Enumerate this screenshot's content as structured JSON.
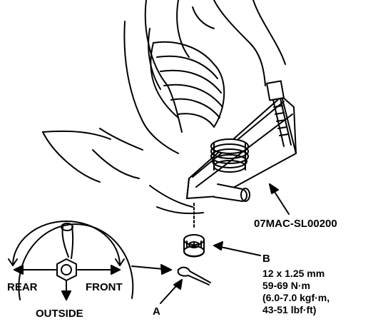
{
  "labels": {
    "tool": "07MAC-SL00200",
    "part_b": "B",
    "part_a": "A",
    "torque_spec": [
      "12 x 1.25 mm",
      "59-69 N·m",
      "(6.0-7.0 kgf·m,",
      "43-51 lbf·ft)"
    ],
    "inset": {
      "rear": "REAR",
      "front": "FRONT",
      "outside": "OUTSIDE"
    }
  },
  "colors": {
    "line": "#000000",
    "background": "#ffffff"
  }
}
